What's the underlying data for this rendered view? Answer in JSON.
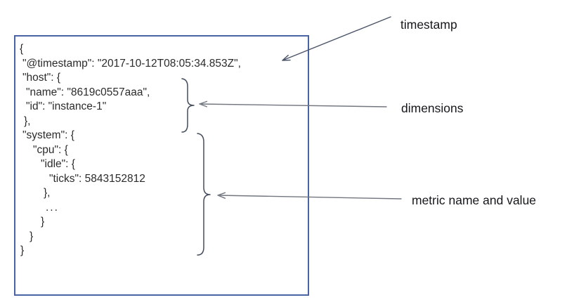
{
  "document": {
    "lines": [
      {
        "text": "{"
      },
      {
        "text": "\"@timestamp\": \"2017-10-12T08:05:34.853Z\","
      },
      {
        "text": "\"host\": {"
      },
      {
        "text": "\"name\": \"8619c0557aaa\","
      },
      {
        "text": "\"id\": \"instance-1\""
      },
      {
        "text": "},"
      },
      {
        "text": "\"system\": {"
      },
      {
        "text": "\"cpu\": {"
      },
      {
        "text": "\"idle\": {"
      },
      {
        "text": "\"ticks\": 5843152812"
      },
      {
        "text": "},"
      },
      {
        "text": "..."
      },
      {
        "text": "}"
      },
      {
        "text": "}"
      },
      {
        "text": "}"
      }
    ]
  },
  "annotations": {
    "timestamp": {
      "label": "timestamp"
    },
    "dimensions": {
      "label": "dimensions"
    },
    "metric": {
      "label": "metric name and value"
    }
  },
  "theme": {
    "box-border": "#4a63a5",
    "code-text": "#2b2b2b",
    "label-text": "#15171a",
    "annotation-stroke": "#434c5c",
    "arrow-gray": "#71767f",
    "arrow-slate": "#4a5468",
    "bg": "#ffffff"
  }
}
